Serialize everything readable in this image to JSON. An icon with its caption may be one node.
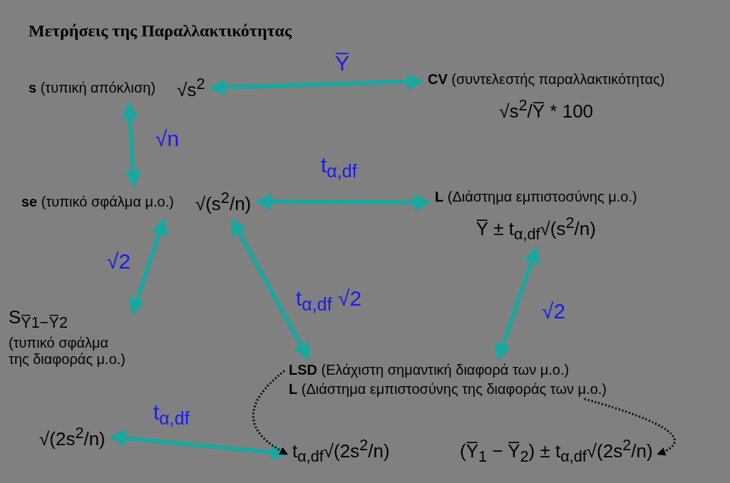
{
  "diagram": {
    "title": "Μετρήσεις της Παραλλακτικότητας",
    "nodes": [
      {
        "text": [
          "**s** (τυπική απόκλιση)",
          "√s$^{2}$"
        ]
      },
      {
        "text": [
          "**CV** (συντελεστής παραλλακτικότητας)",
          "√s$^{2}$/Y̅ * 100"
        ]
      },
      {
        "text": [
          "**se** (τυπικό σφάλμα μ.ο.)",
          "√(s$^{2}$/n)"
        ]
      },
      {
        "text": [
          "**L** (Διάστημα εμπιστοσύνης μ.ο.)",
          "Y̅ ± t$_{α,df}$√(s$^{2}$/n)"
        ]
      },
      {
        "text": [
          "S$_{Y̅1−Y̅2}$",
          "(τυπικό σφάλμα της διαφοράς μ.ο.)"
        ]
      },
      {
        "text": [
          "√(2s$^{2}$/n)"
        ]
      },
      {
        "text": [
          "**LSD** (Ελάχιστη σημαντική διαφορά των μ.ο.)",
          "**L** (Διάστημα εμπιστοσύνης της διαφοράς των μ.ο.)"
        ]
      },
      {
        "text": [
          "t$_{α,df}$√(2s$^{2}$/n)"
        ]
      },
      {
        "text": [
          "(Y̅$_{1}$ − Y̅$_{2}$) ± t$_{α,df}$√(2s$^{2}$/n)"
        ]
      }
    ],
    "edges": [
      {
        "from": 0,
        "to": 1,
        "arrow": "both",
        "label": "Y̅"
      },
      {
        "from": 0,
        "to": 2,
        "arrow": "both",
        "label": "√n"
      },
      {
        "from": 2,
        "to": 3,
        "arrow": "both",
        "label": "t$_{α,df}$"
      },
      {
        "from": 2,
        "to": 6,
        "arrow": "both",
        "label": "t$_{α,df}$ √2"
      },
      {
        "from": 2,
        "to": 4,
        "arrow": "both",
        "label": "√2"
      },
      {
        "from": 3,
        "to": 6,
        "arrow": "both",
        "label": "√2"
      },
      {
        "from": 5,
        "to": 7,
        "arrow": "both",
        "label": "t$_{α,df}$"
      },
      {
        "from": 6,
        "to": 7,
        "arrow": "to",
        "style": "dashed",
        "color": "#000000"
      },
      {
        "from": 6,
        "to": 8,
        "arrow": "to",
        "style": "dashed",
        "color": "#000000"
      }
    ]
  }
}
